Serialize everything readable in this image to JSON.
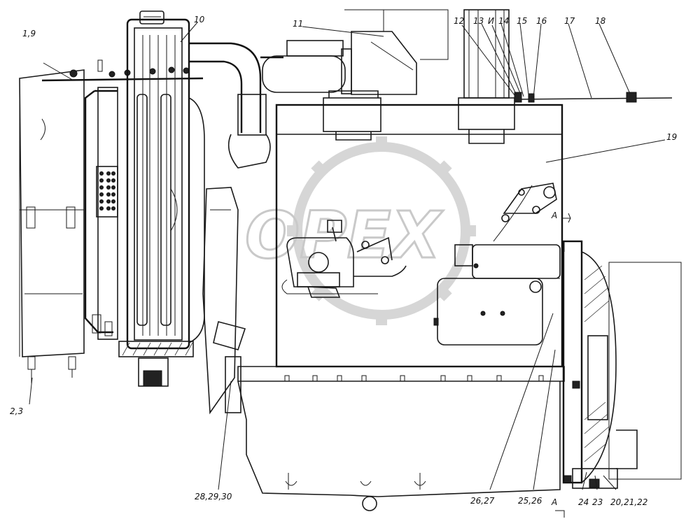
{
  "diagram": {
    "watermark": "OPEX",
    "callouts": [
      {
        "id": "c-1-9",
        "text": "1,9"
      },
      {
        "id": "c-10",
        "text": "10"
      },
      {
        "id": "c-11",
        "text": "11"
      },
      {
        "id": "c-12",
        "text": "12"
      },
      {
        "id": "c-13",
        "text": "13"
      },
      {
        "id": "c-14",
        "text": "14"
      },
      {
        "id": "c-15",
        "text": "15"
      },
      {
        "id": "c-16",
        "text": "16"
      },
      {
        "id": "c-17",
        "text": "17"
      },
      {
        "id": "c-18",
        "text": "18"
      },
      {
        "id": "c-19",
        "text": "19"
      },
      {
        "id": "c-2-3",
        "text": "2,3"
      },
      {
        "id": "c-28-29-30",
        "text": "28,29,30"
      },
      {
        "id": "c-26-27",
        "text": "26,27"
      },
      {
        "id": "c-25-26",
        "text": "25,26"
      },
      {
        "id": "c-24",
        "text": "24"
      },
      {
        "id": "c-23",
        "text": "23"
      },
      {
        "id": "c-20-21-22",
        "text": "20,21,22"
      }
    ],
    "view_marks": [
      {
        "id": "mark-i",
        "text": "И"
      },
      {
        "id": "mark-a-side",
        "text": "A"
      },
      {
        "id": "mark-a-bottom",
        "text": "A"
      }
    ]
  }
}
